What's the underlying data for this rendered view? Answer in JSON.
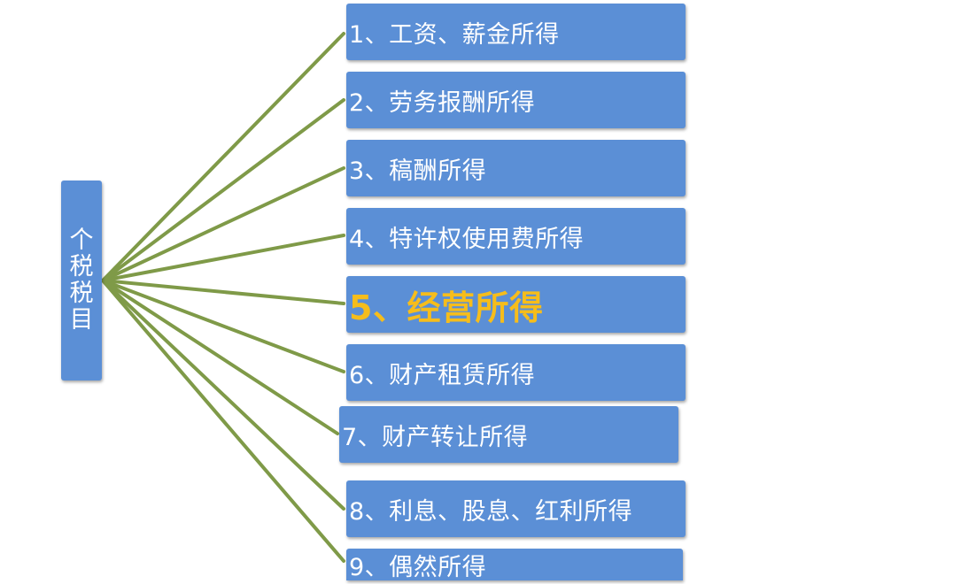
{
  "root": {
    "label": "个税税目",
    "chars": [
      "个",
      "税",
      "税",
      "目"
    ]
  },
  "branches": [
    {
      "label": "1、工资、薪金所得",
      "highlight": false
    },
    {
      "label": "2、劳务报酬所得",
      "highlight": false
    },
    {
      "label": "3、稿酬所得",
      "highlight": false
    },
    {
      "label": "4、特许权使用费所得",
      "highlight": false
    },
    {
      "label": "5、经营所得",
      "highlight": true
    },
    {
      "label": "6、财产租赁所得",
      "highlight": false
    },
    {
      "label": "7、财产转让所得",
      "highlight": false
    },
    {
      "label": "8、利息、股息、红利所得",
      "highlight": false
    },
    {
      "label": "9、偶然所得",
      "highlight": false
    }
  ],
  "colors": {
    "box_fill": "#5b8fd6",
    "connector": "#7f9a48",
    "label_text": "#ffffff",
    "highlight_text": "#f6bd1b"
  }
}
